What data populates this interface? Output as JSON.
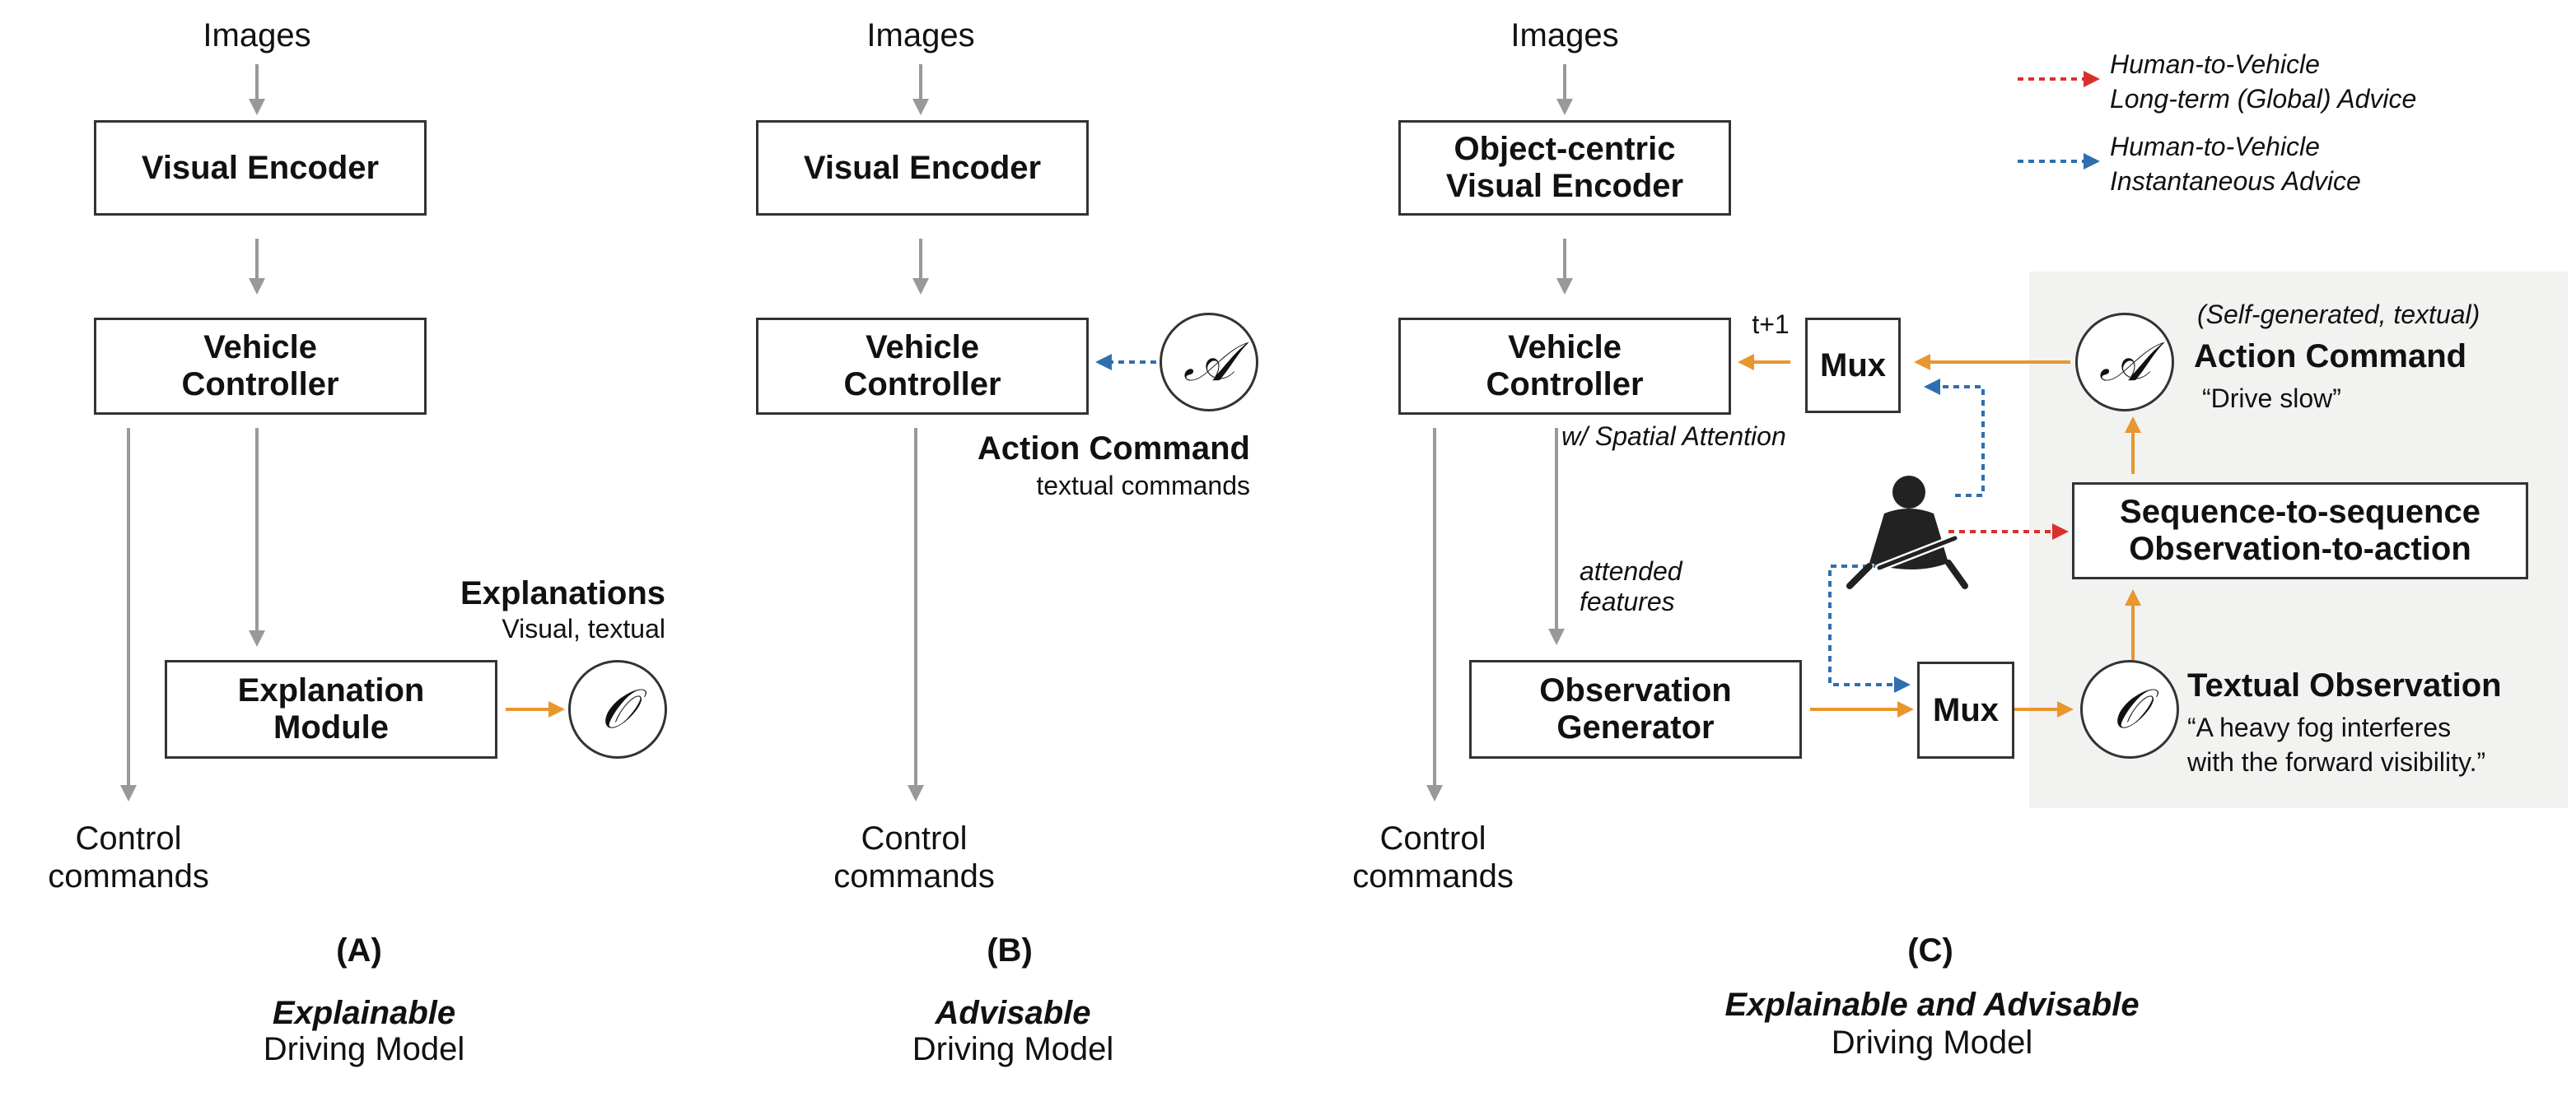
{
  "panel_a": {
    "input_label": "Images",
    "visual_encoder": "Visual Encoder",
    "vehicle_controller_l1": "Vehicle",
    "vehicle_controller_l2": "Controller",
    "explanation_module_l1": "Explanation",
    "explanation_module_l2": "Module",
    "explanations_title": "Explanations",
    "explanations_sub": "Visual, textual",
    "observation_symbol": "𝒪",
    "output_l1": "Control",
    "output_l2": "commands",
    "caption_letter": "(A)",
    "caption_type": "Explainable",
    "caption_rest": "Driving Model"
  },
  "panel_b": {
    "input_label": "Images",
    "visual_encoder": "Visual Encoder",
    "vehicle_controller_l1": "Vehicle",
    "vehicle_controller_l2": "Controller",
    "action_symbol": "𝒜",
    "action_title": "Action Command",
    "action_sub": "textual commands",
    "output_l1": "Control",
    "output_l2": "commands",
    "caption_letter": "(B)",
    "caption_type": "Advisable",
    "caption_rest": "Driving Model"
  },
  "panel_c": {
    "input_label": "Images",
    "encoder_l1": "Object-centric",
    "encoder_l2": "Visual Encoder",
    "vehicle_controller_l1": "Vehicle",
    "vehicle_controller_l2": "Controller",
    "t_plus_1": "t+1",
    "mux_top": "Mux",
    "mux_bottom": "Mux",
    "spatial_attention": "w/ Spatial Attention",
    "attended_l1": "attended",
    "attended_l2": "features",
    "obs_gen_l1": "Observation",
    "obs_gen_l2": "Generator",
    "seq_l1": "Sequence-to-sequence",
    "seq_l2": "Observation-to-action",
    "action_symbol": "𝒜",
    "action_note": "(Self-generated, textual)",
    "action_title": "Action Command",
    "action_quote": "“Drive slow”",
    "observation_symbol": "𝒪",
    "obs_title": "Textual Observation",
    "obs_quote_l1": "“A heavy fog interferes",
    "obs_quote_l2": "with the forward visibility.”",
    "output_l1": "Control",
    "output_l2": "commands",
    "caption_letter": "(C)",
    "caption_type": "Explainable and Advisable",
    "caption_rest": "Driving Model"
  },
  "legend": {
    "global_l1": "Human-to-Vehicle",
    "global_l2": "Long-term (Global) Advice",
    "instant_l1": "Human-to-Vehicle",
    "instant_l2": "Instantaneous Advice"
  },
  "colors": {
    "gray_arrow": "#999999",
    "orange_arrow": "#e8962e",
    "red_dotted": "#d9302c",
    "blue_dotted": "#2f6fb0",
    "panel_background": "#f2f2f0"
  },
  "icons": {
    "driver": "seated-driver-icon"
  }
}
